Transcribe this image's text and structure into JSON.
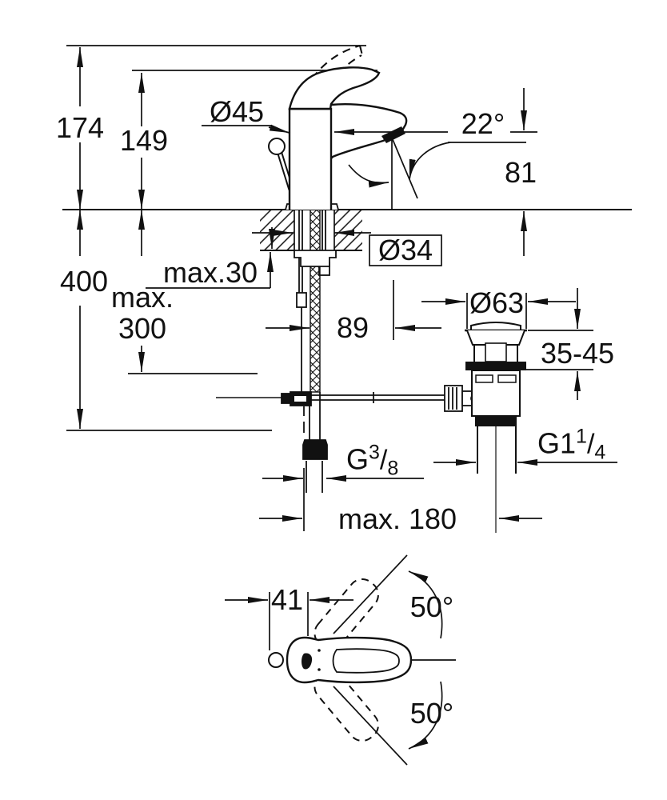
{
  "drawing": {
    "title": "basin mixer technical dimension drawing",
    "views": [
      "side elevation with pop-up waste",
      "plan view of lever swing"
    ],
    "line_color": "#111111",
    "background_color": "#ffffff"
  },
  "dims": {
    "total_height": "174",
    "spout_height": "149",
    "depth_below_deck": "400",
    "rod_depth_line1": "max.",
    "rod_depth_line2": "300",
    "deck_thickness": "max.30",
    "body_diameter": "Ø45",
    "spout_angle": "22°",
    "outlet_height": "81",
    "hole_diameter": "Ø34",
    "spout_reach": "89",
    "waste_flange_diameter": "Ø63",
    "lever_height_range": "35-45",
    "max_drain_offset": "max. 180",
    "supply_thread": {
      "base": "G",
      "sup": "3",
      "slash": "/",
      "sub": "8"
    },
    "waste_thread": {
      "base": "G1",
      "sup": "1",
      "slash": "/",
      "sub": "4"
    }
  },
  "plan": {
    "handle_offset": "41",
    "swing_angle_up": "50°",
    "swing_angle_down": "50°"
  }
}
